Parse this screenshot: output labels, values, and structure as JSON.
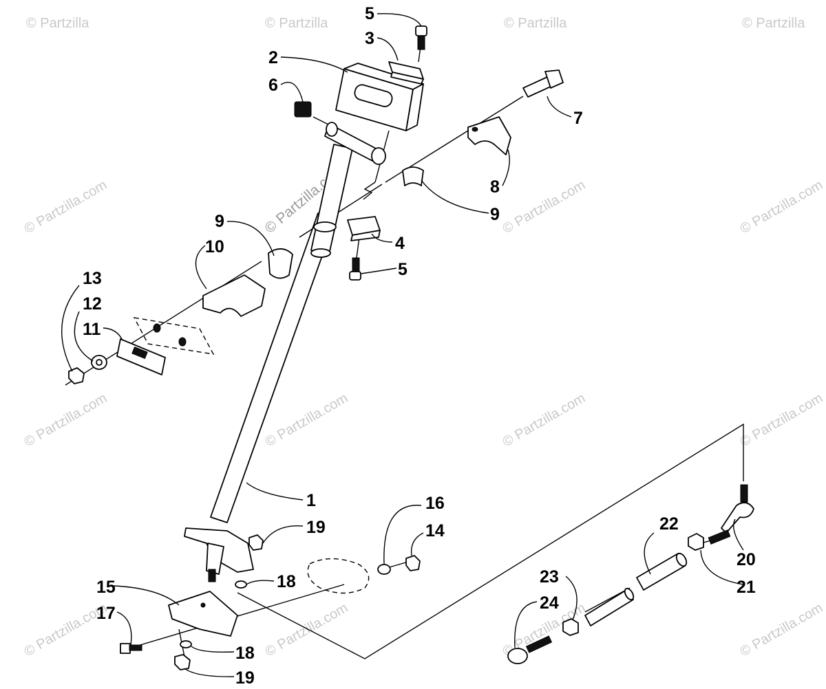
{
  "watermark": {
    "corner_text": "© Partzilla",
    "diagonal_text": "© Partzilla.com",
    "center_text": "© Partzilla.com"
  },
  "callouts": [
    {
      "id": "c-5-top",
      "text": "5"
    },
    {
      "id": "c-3",
      "text": "3"
    },
    {
      "id": "c-2",
      "text": "2"
    },
    {
      "id": "c-6",
      "text": "6"
    },
    {
      "id": "c-7",
      "text": "7"
    },
    {
      "id": "c-8",
      "text": "8"
    },
    {
      "id": "c-9-right",
      "text": "9"
    },
    {
      "id": "c-9-left",
      "text": "9"
    },
    {
      "id": "c-10",
      "text": "10"
    },
    {
      "id": "c-4",
      "text": "4"
    },
    {
      "id": "c-5-mid",
      "text": "5"
    },
    {
      "id": "c-13",
      "text": "13"
    },
    {
      "id": "c-12",
      "text": "12"
    },
    {
      "id": "c-11",
      "text": "11"
    },
    {
      "id": "c-1",
      "text": "1"
    },
    {
      "id": "c-16",
      "text": "16"
    },
    {
      "id": "c-14",
      "text": "14"
    },
    {
      "id": "c-19-upper",
      "text": "19"
    },
    {
      "id": "c-22",
      "text": "22"
    },
    {
      "id": "c-20",
      "text": "20"
    },
    {
      "id": "c-21",
      "text": "21"
    },
    {
      "id": "c-18-upper",
      "text": "18"
    },
    {
      "id": "c-15",
      "text": "15"
    },
    {
      "id": "c-17",
      "text": "17"
    },
    {
      "id": "c-23",
      "text": "23"
    },
    {
      "id": "c-24",
      "text": "24"
    },
    {
      "id": "c-18-lower",
      "text": "18"
    },
    {
      "id": "c-19-lower",
      "text": "19"
    }
  ]
}
